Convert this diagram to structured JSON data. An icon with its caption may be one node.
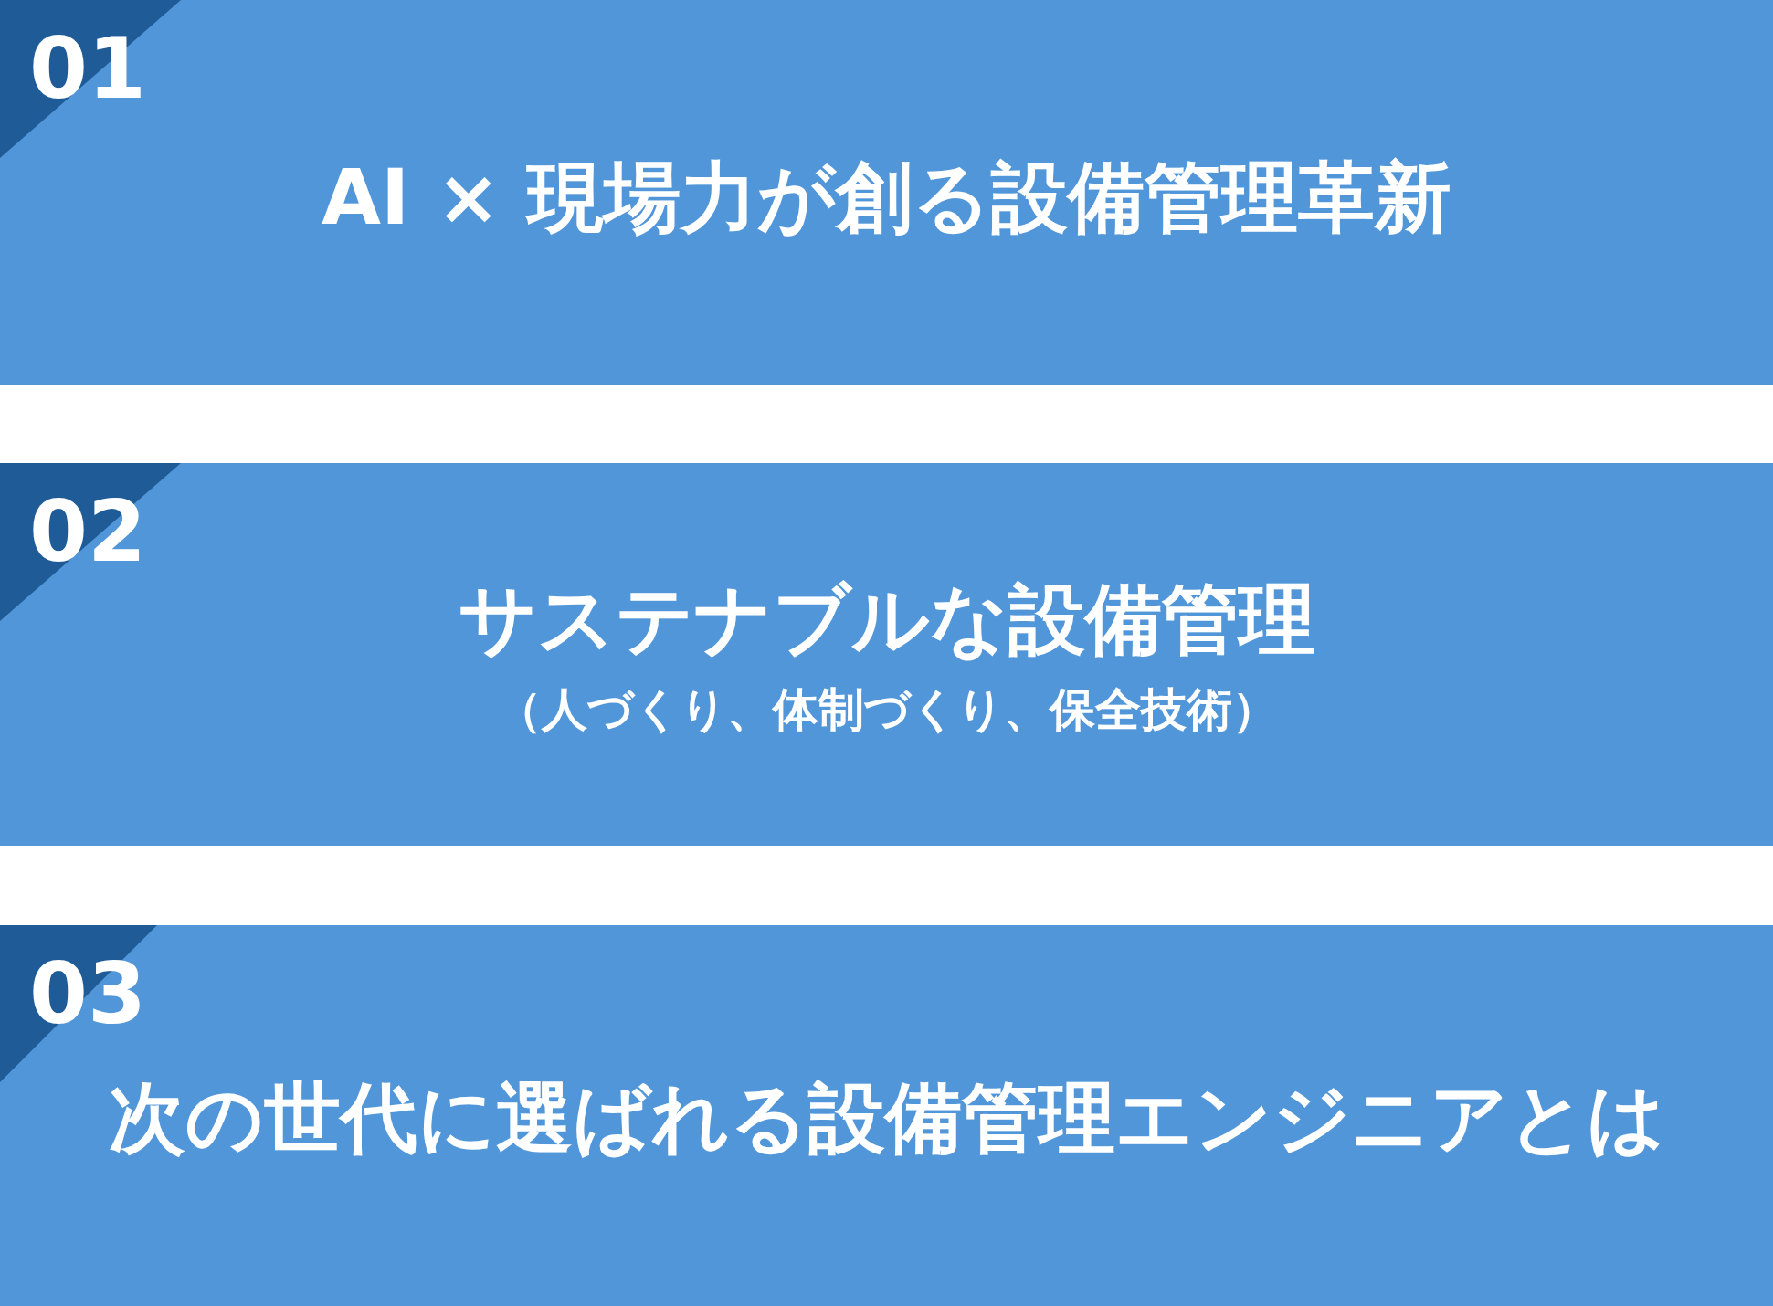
{
  "diagram": {
    "nodes": [
      {
        "text": [
          "AI × 現場力が創る設備管理革新"
        ]
      },
      {
        "text": [
          "01"
        ],
        "in": 0
      },
      {
        "text": [
          "サステナブルな設備管理",
          "（人づくり、体制づくり、保全技術）"
        ]
      },
      {
        "text": [
          "02"
        ],
        "in": 2
      },
      {
        "text": [
          "次の世代に選ばれる設備管理エンジニアとは"
        ]
      },
      {
        "text": [
          "03"
        ],
        "in": 4
      }
    ]
  }
}
